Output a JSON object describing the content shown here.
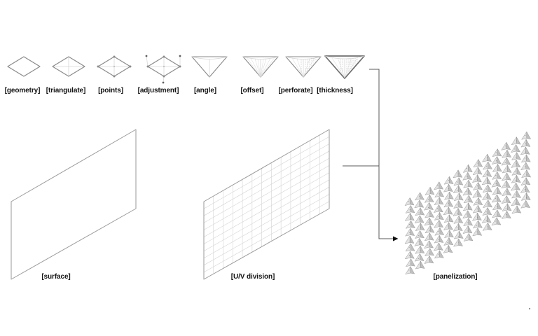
{
  "diagram": {
    "steps": [
      {
        "label": "[geometry]",
        "icon": "diamond-outline"
      },
      {
        "label": "[triangulate]",
        "icon": "diamond-triangulated"
      },
      {
        "label": "[points]",
        "icon": "diamond-with-points"
      },
      {
        "label": "[adjustment]",
        "icon": "diamond-adjusted-points"
      },
      {
        "label": "[angle]",
        "icon": "inverted-pyramid"
      },
      {
        "label": "[offset]",
        "icon": "inverted-pyramid-offset"
      },
      {
        "label": "[perforate]",
        "icon": "inverted-pyramid-perforated"
      },
      {
        "label": "[thickness]",
        "icon": "inverted-pyramid-thick"
      }
    ],
    "stages": [
      {
        "label": "[surface]",
        "type": "plain-parallelogram"
      },
      {
        "label": "[U/V division]",
        "type": "grid-parallelogram",
        "grid": {
          "cols": 13,
          "rows": 11
        }
      },
      {
        "label": "[panelization]",
        "type": "pyramid-panel-field",
        "cells": {
          "cols": 13,
          "rows": 10
        }
      }
    ],
    "colors": {
      "background": "#ffffff",
      "shape_line": "#8a8a8a",
      "stage_outline": "#9a9a9a",
      "grid_line": "#d4d4d4",
      "connector": "#595959",
      "arrowhead": "#111111",
      "label_text": "#141414",
      "panel_face_light": "#e3e3e3",
      "panel_face_dark": "#c0c0c0",
      "panel_edge": "#8f8f8f"
    }
  }
}
